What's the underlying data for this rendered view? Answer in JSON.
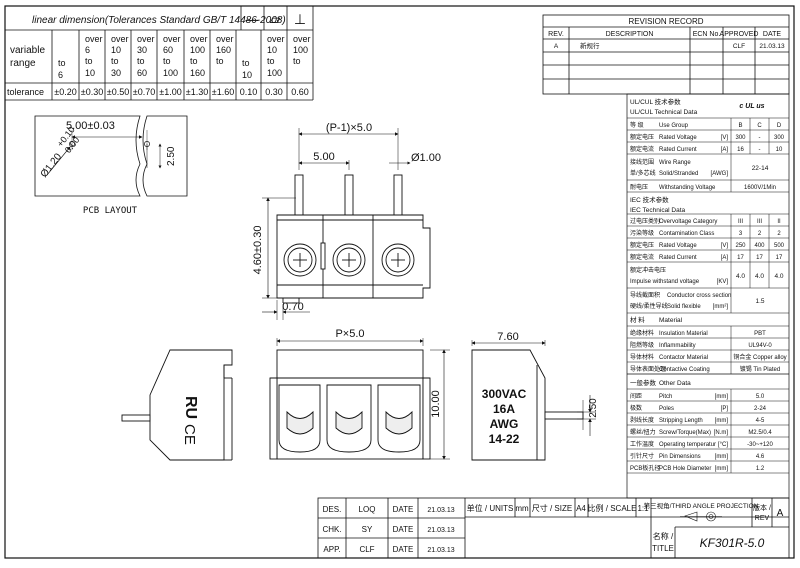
{
  "tolerance_table": {
    "title": "linear dimension(Tolerances Standard GB/T 14486-2008)",
    "flatness_symbol": "—",
    "parallel_symbol": "▱",
    "perp_symbol": "⊥",
    "row_label_range_1": "variable",
    "row_label_range_2": "range",
    "ranges": [
      [
        "",
        "to",
        "6"
      ],
      [
        "over 6",
        "to",
        "10"
      ],
      [
        "over 10",
        "to",
        "30"
      ],
      [
        "over 30",
        "to",
        "60"
      ],
      [
        "over 60",
        "to",
        "100"
      ],
      [
        "over 100",
        "to",
        "160"
      ],
      [
        "over 160",
        "to",
        ""
      ],
      [
        "",
        "to",
        "10"
      ],
      [
        "over 10",
        "to",
        "100"
      ],
      [
        "over 100",
        "to",
        ""
      ]
    ],
    "row_label_tol": "tolerance",
    "tolerances": [
      "±0.20",
      "±0.30",
      "±0.50",
      "±0.70",
      "±1.00",
      "±1.30",
      "±1.60",
      "0.10",
      "0.30",
      "0.60"
    ]
  },
  "revision": {
    "title": "REVISION RECORD",
    "headers": [
      "REV.",
      "DESCRIPTION",
      "ECN No.",
      "APPROVED",
      "DATE"
    ],
    "rows": [
      [
        "A",
        "新规行",
        "",
        "CLF",
        "21.03.13"
      ],
      [
        "",
        "",
        "",
        "",
        ""
      ],
      [
        "",
        "",
        "",
        "",
        ""
      ],
      [
        "",
        "",
        "",
        "",
        ""
      ]
    ]
  },
  "pcb": {
    "dim_pitch": "5.00±0.03",
    "dim_hole": "Ø1.20+0.10/0.00",
    "dim_hole_a": "Ø1.20",
    "dim_hole_b": "+0.10",
    "dim_hole_c": "0.00",
    "dim_row": "2.50",
    "label": "PCB LAYOUT"
  },
  "front": {
    "dim_total": "(P-1)×5.0",
    "dim_pitch": "5.00",
    "dim_pin": "Ø1.00",
    "dim_height": "4.60±0.30",
    "dim_offset": "0.70"
  },
  "bottom": {
    "dim_width": "P×5.0",
    "dim_height": "10.00",
    "dim_depth": "7.60",
    "dim_pin": "2.50",
    "ce_mark": "CE",
    "ur_mark": "RU",
    "marking": [
      "300VAC",
      "16A",
      "AWG",
      "14-22"
    ]
  },
  "spec": {
    "ul_logo": "c UL us",
    "ul_header_cn": "UL/CUL 技术参数",
    "ul_header_en": "UL/CUL  Technical Data",
    "ul_rows": [
      {
        "cn": "等 级",
        "en": "Use Group",
        "unit": "",
        "vals": [
          "B",
          "C",
          "D"
        ]
      },
      {
        "cn": "额定电压",
        "en": "Rated Voltage",
        "unit": "[V]",
        "vals": [
          "300",
          "-",
          "300"
        ]
      },
      {
        "cn": "额定电流",
        "en": "Rated Current",
        "unit": "[A]",
        "vals": [
          "16",
          "-",
          "10"
        ]
      }
    ],
    "wire_cn1": "接线范围",
    "wire_en1": "Wire Range",
    "wire_cn2": "单/多芯线",
    "wire_en2": "Solid/Stranded",
    "wire_unit": "[AWG]",
    "wire_val": "22-14",
    "withstand_cn": "耐电压",
    "withstand_en": "Withstanding Voltage",
    "withstand_val": "1600V/1Min",
    "iec_header_cn": "IEC  技术参数",
    "iec_header_en": "IEC  Technical Data",
    "iec_rows": [
      {
        "cn": "过电压类别",
        "en": "Overvoltage Category",
        "unit": "",
        "vals": [
          "III",
          "III",
          "II"
        ]
      },
      {
        "cn": "污染等级",
        "en": "Contamination Class",
        "unit": "",
        "vals": [
          "3",
          "2",
          "2"
        ]
      },
      {
        "cn": "额定电压",
        "en": "Rated Voltage",
        "unit": "[V]",
        "vals": [
          "250",
          "400",
          "500"
        ]
      },
      {
        "cn": "额定电流",
        "en": "Rated Current",
        "unit": "[A]",
        "vals": [
          "17",
          "17",
          "17"
        ]
      }
    ],
    "impulse_cn": "额定冲击电压",
    "impulse_en": "Impulse withstand voltage",
    "impulse_unit": "[KV]",
    "impulse_vals": [
      "4.0",
      "4.0",
      "4.0"
    ],
    "cross_cn1": "导线截面积",
    "cross_en1": "Conductor cross section",
    "cross_cn2": "硬线/柔性导线",
    "cross_en2": "Solid flexible",
    "cross_unit": "[mm²]",
    "cross_val": "1.5",
    "mat_header_cn": "材 料",
    "mat_header_en": "Material",
    "mat_rows": [
      {
        "cn": "绝缘材料",
        "en": "Insulation Material",
        "val": "PBT"
      },
      {
        "cn": "阻燃等级",
        "en": "Inflammability",
        "val": "UL94V-0"
      },
      {
        "cn": "导体材料",
        "en": "Contactor Material",
        "val": "铜合金 Copper alloy"
      },
      {
        "cn": "导体表面处理",
        "en": "Contactive Coating",
        "val": "镀锡 Tin Plated"
      }
    ],
    "other_header_cn": "一般参数",
    "other_header_en": "Other Data",
    "other_rows": [
      {
        "cn": "间距",
        "en": "Pitch",
        "unit": "[mm]",
        "val": "5.0"
      },
      {
        "cn": "极数",
        "en": "Poles",
        "unit": "[P]",
        "val": "2-24"
      },
      {
        "cn": "剥线长度",
        "en": "Stripping Length",
        "unit": "[mm]",
        "val": "4-5"
      },
      {
        "cn": "螺丝/扭力",
        "en": "Screw/Torque(Max)",
        "unit": "[N.m]",
        "val": "M2.5/0.4"
      },
      {
        "cn": "工作温度",
        "en": "Operating temperatur",
        "unit": "[°C]",
        "val": "-30~+120"
      },
      {
        "cn": "引针尺寸",
        "en": "Pin Dimensions",
        "unit": "[mm]",
        "val": "4.6"
      },
      {
        "cn": "PCB板孔径",
        "en": "PCB Hole Diameter",
        "unit": "[mm]",
        "val": "1.2"
      }
    ]
  },
  "title_block": {
    "roles": [
      {
        "role": "DES.",
        "name": "LOQ",
        "date_label": "DATE",
        "date": "21.03.13"
      },
      {
        "role": "CHK.",
        "name": "SY",
        "date_label": "DATE",
        "date": "21.03.13"
      },
      {
        "role": "APP.",
        "name": "CLF",
        "date_label": "DATE",
        "date": "21.03.13"
      }
    ],
    "units_label": "单位 / UNITS",
    "units_val": "mm",
    "size_label": "尺寸 / SIZE",
    "size_val": "A4",
    "scale_label": "比例 / SCALE",
    "scale_val": "1:1",
    "projection": "第三视角/THIRD ANGLE PROJECTION",
    "rev_label_cn": "版本 /",
    "rev_label_en": "REV",
    "rev_val": "A",
    "title_label_cn": "名称 /",
    "title_label_en": "TITLE",
    "title_val": "KF301R-5.0"
  }
}
